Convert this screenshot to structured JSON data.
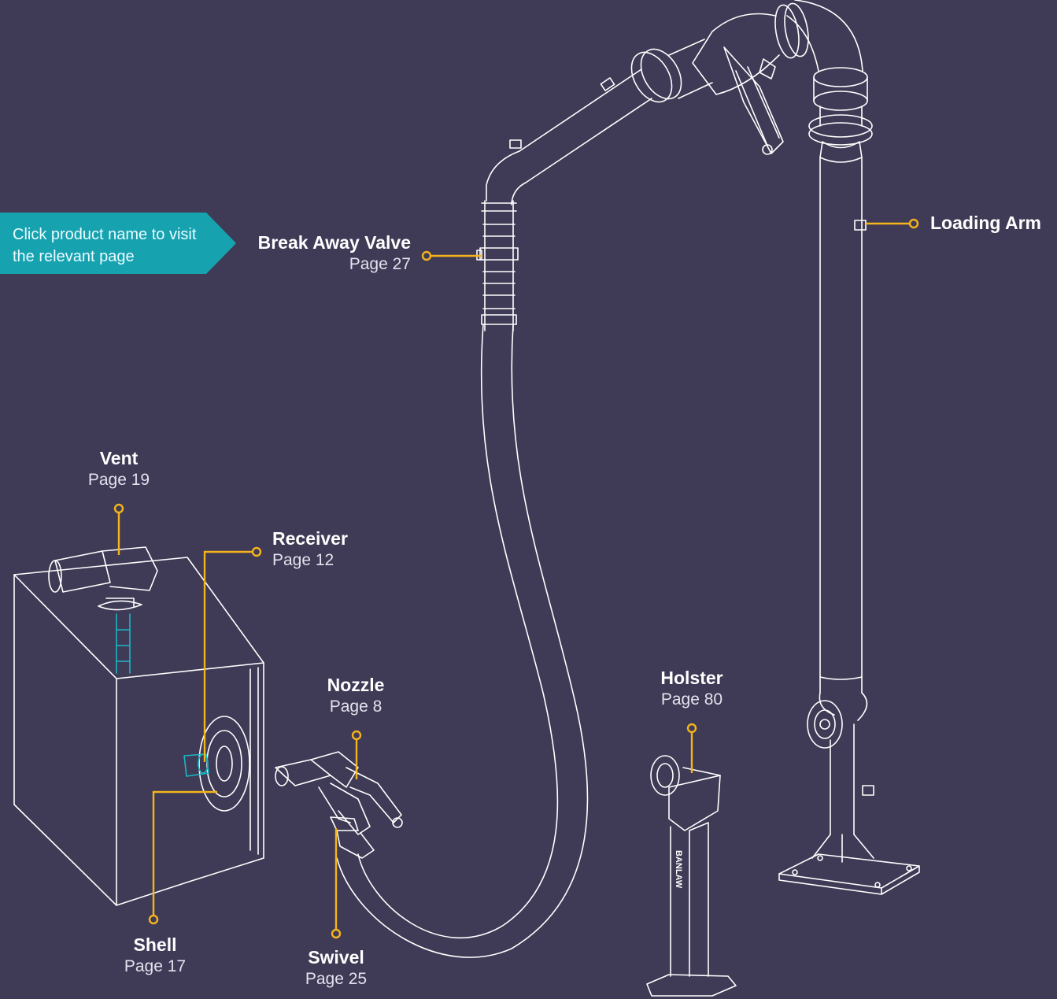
{
  "callout": {
    "text": "Click product name to visit the relevant page"
  },
  "products": {
    "break_away_valve": {
      "name": "Break Away Valve",
      "page": "Page 27"
    },
    "loading_arm": {
      "name": "Loading Arm",
      "page": ""
    },
    "vent": {
      "name": "Vent",
      "page": "Page 19"
    },
    "receiver": {
      "name": "Receiver",
      "page": "Page 12"
    },
    "nozzle": {
      "name": "Nozzle",
      "page": "Page 8"
    },
    "holster": {
      "name": "Holster",
      "page": "Page 80"
    },
    "shell": {
      "name": "Shell",
      "page": "Page 17"
    },
    "swivel": {
      "name": "Swivel",
      "page": "Page 25"
    }
  },
  "holster_post_text": "BANLAW",
  "colors": {
    "background": "#3f3a55",
    "leader_line": "#f5b41c",
    "callout": "#17a2b0",
    "drawing_line": "#ffffff",
    "highlight": "#19b7c4"
  }
}
